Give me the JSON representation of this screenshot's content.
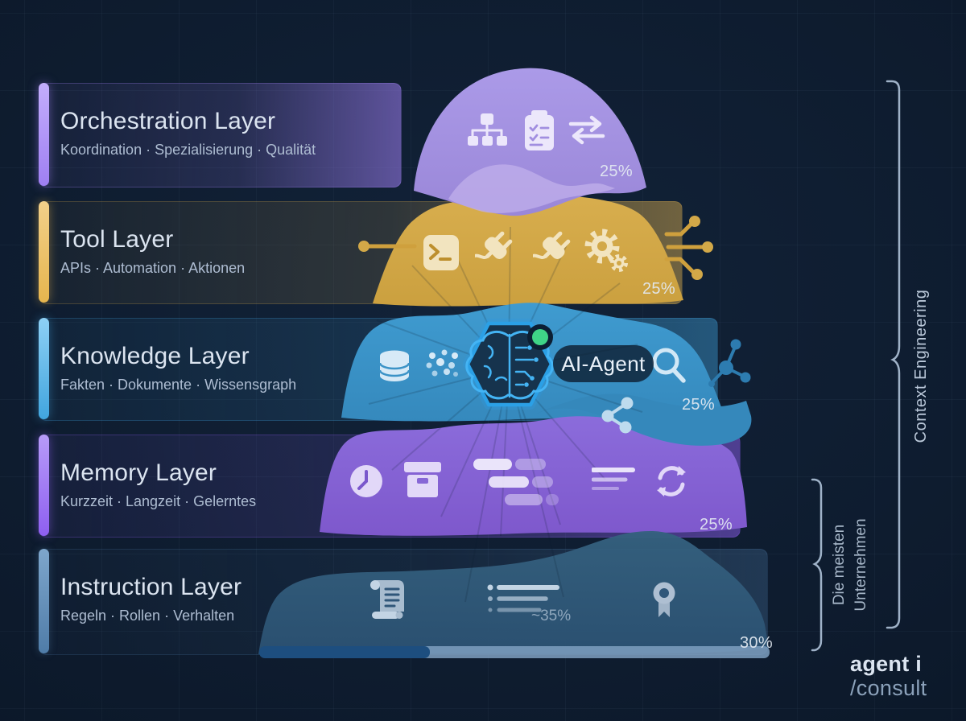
{
  "canvas": {
    "background": "#0e1c2f"
  },
  "layers": [
    {
      "name": "orchestration",
      "title": "Orchestration Layer",
      "subtitle": "Koordination · Spezialisierung · Qualität",
      "percent": "25%",
      "accent": "#9f7ff2",
      "blob_color": "#a292e0",
      "icons": [
        "sitemap-icon",
        "clipboard-checklist-icon",
        "swap-arrows-icon"
      ]
    },
    {
      "name": "tool",
      "title": "Tool Layer",
      "subtitle": "APIs · Automation · Aktionen",
      "percent": "25%",
      "accent": "#e6b54e",
      "blob_color": "#d2a848",
      "icons": [
        "terminal-icon",
        "plug-icon",
        "plug-icon",
        "gears-icon"
      ]
    },
    {
      "name": "knowledge",
      "title": "Knowledge Layer",
      "subtitle": "Fakten · Dokumente · Wissensgraph",
      "percent": "25%",
      "accent": "#41a5de",
      "blob_color": "#3b93c7",
      "icons": [
        "database-icon",
        "dots-scatter-icon",
        "ai-agent-hexagon",
        "search-icon",
        "share-icon"
      ]
    },
    {
      "name": "memory",
      "title": "Memory Layer",
      "subtitle": "Kurzzeit · Langzeit · Gelerntes",
      "percent": "25%",
      "accent": "#8e5ff0",
      "blob_color": "#8465d2",
      "icons": [
        "clock-icon",
        "archive-box-icon",
        "memory-bars-icon",
        "text-lines-icon",
        "sync-icon"
      ]
    },
    {
      "name": "instruction",
      "title": "Instruction Layer",
      "subtitle": "Regeln · Rollen · Verhalten",
      "percent": "30%",
      "note": "~35%",
      "accent": "#4f7ca8",
      "blob_color": "#2f5679",
      "icons": [
        "scroll-icon",
        "bullet-list-icon",
        "award-icon"
      ]
    }
  ],
  "hub": {
    "label": "AI-Agent",
    "status_color": "#3fd487"
  },
  "annotations": {
    "context_engineering": "Context Engineering",
    "most_companies_line1": "Die meisten",
    "most_companies_line2": "Unternehmen"
  },
  "brand": {
    "name": "agent i",
    "sub": "/consult"
  }
}
